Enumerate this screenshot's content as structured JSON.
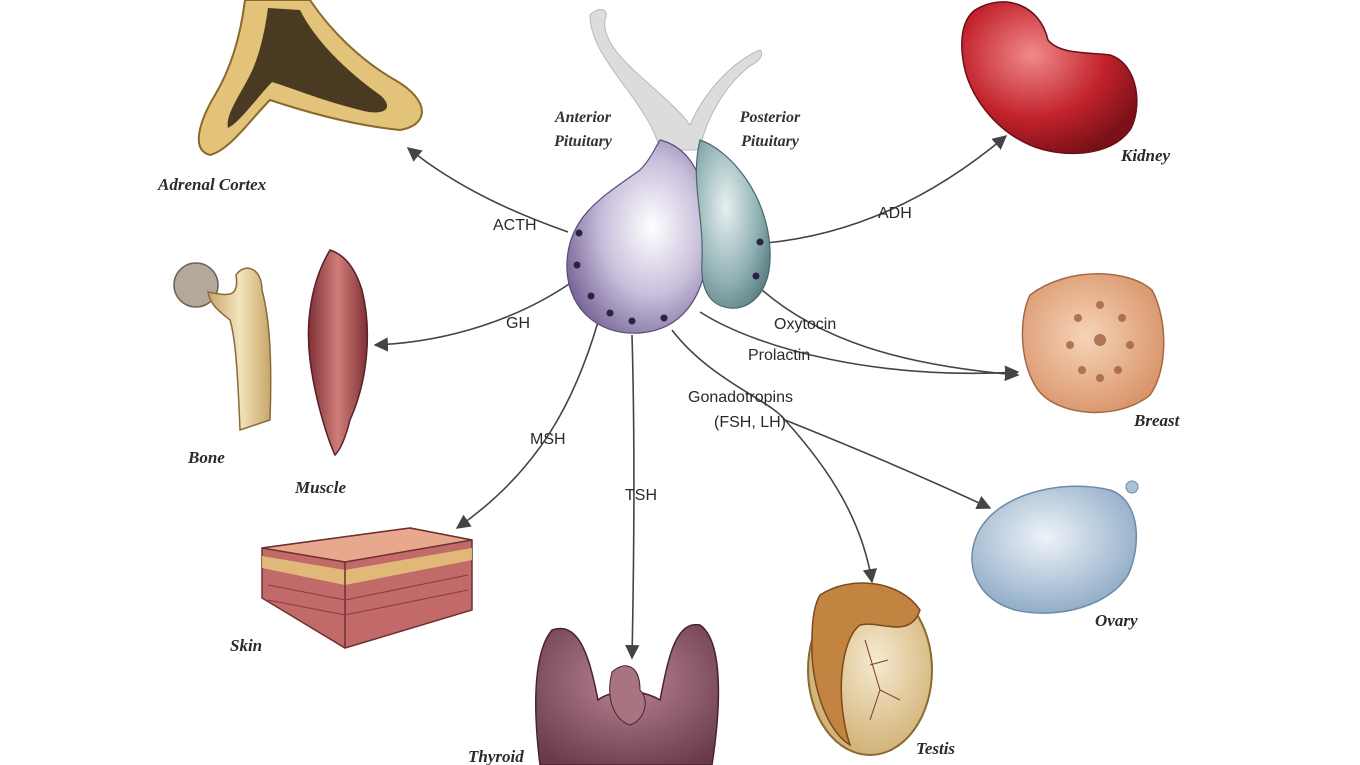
{
  "pituitary": {
    "anterior": [
      "Anterior",
      "Pituitary"
    ],
    "posterior": [
      "Posterior",
      "Pituitary"
    ]
  },
  "hormones": {
    "acth": "ACTH",
    "gh": "GH",
    "msh": "MSH",
    "tsh": "TSH",
    "gonadotropins": [
      "Gonadotropins",
      "(FSH, LH)"
    ],
    "prolactin": "Prolactin",
    "oxytocin": "Oxytocin",
    "adh": "ADH"
  },
  "organs": {
    "adrenal_cortex": "Adrenal Cortex",
    "bone": "Bone",
    "muscle": "Muscle",
    "skin": "Skin",
    "thyroid": "Thyroid",
    "testis": "Testis",
    "ovary": "Ovary",
    "breast": "Breast",
    "kidney": "Kidney"
  },
  "colors": {
    "anterior": "#8a7aa8",
    "posterior": "#7c9ea2",
    "adrenal": "#e3c27a",
    "bone": "#dcc79a",
    "muscle": "#b05a5a",
    "skin": "#d98c78",
    "thyroid": "#94606e",
    "testis": "#e6d2a0",
    "ovary": "#a9c2d8",
    "breast": "#e8b48c",
    "kidney": "#c2222b"
  }
}
